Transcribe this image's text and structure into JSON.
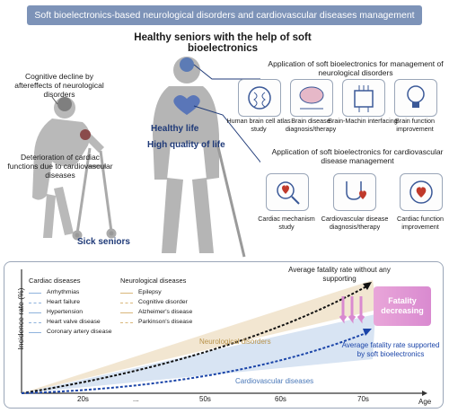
{
  "banner": "Soft bioelectronics-based neurological disorders and cardiovascular diseases management",
  "subtitle": "Healthy seniors with the help of soft bioelectronics",
  "left_labels": {
    "cognitive": "Cognitive decline by aftereffects of neurological disorders",
    "cardiac": "Deterioration of cardiac functions due to cardiovascular diseases",
    "sick": "Sick seniors"
  },
  "center_labels": {
    "healthy": "Healthy life",
    "quality": "High quality of life"
  },
  "neuro_section": {
    "title": "Application of soft bioelectronics for management of neurological disorders",
    "items": [
      {
        "label": "Human brain cell atlas study",
        "icon": "brain-icon"
      },
      {
        "label": "Brain disease diagnosis/therapy",
        "icon": "brain-scan-icon"
      },
      {
        "label": "Brain-Machin interfacing",
        "icon": "chip-icon"
      },
      {
        "label": "Brain function improvement",
        "icon": "lightbulb-icon"
      }
    ]
  },
  "cardio_section": {
    "title": "Application of soft bioelectronics for cardiovascular disease management",
    "items": [
      {
        "label": "Cardiac mechanism study",
        "icon": "heart-magnifier-icon"
      },
      {
        "label": "Cardiovascular disease diagnosis/therapy",
        "icon": "stethoscope-heart-icon"
      },
      {
        "label": "Cardiac function improvement",
        "icon": "heart-patch-icon"
      }
    ]
  },
  "chart_data": {
    "type": "area",
    "ylabel": "Incidence rate (%)",
    "xlabel": "Age",
    "categories": [
      "20s",
      "...",
      "50s",
      "60s",
      "70s"
    ],
    "legend": {
      "cardiac_title": "Cardiac diseases",
      "cardiac": [
        "Arrhythmias",
        "Heart failure",
        "Hypertension",
        "Heart valve disease",
        "Coronary artery disease"
      ],
      "neuro_title": "Neurological diseases",
      "neuro": [
        "Epilepsy",
        "Cognitive disorder",
        "Alzheimer's disease",
        "Parkinson's disease"
      ]
    },
    "annotations": {
      "neuro_band": "Neurological disorders",
      "cardio_band": "Cardiovascular diseases",
      "fatality_without": "Average fatality rate without any supporting",
      "fatality_with": "Average fatality rate supported by soft bioelectronics",
      "fatality_box": "Fatality decreasing"
    },
    "colors": {
      "neuro": "#d9b77a",
      "cardio": "#8fb3dd",
      "fatality_without": "#111111",
      "fatality_with": "#1a44a8",
      "decrease": "#d98ad0"
    }
  }
}
